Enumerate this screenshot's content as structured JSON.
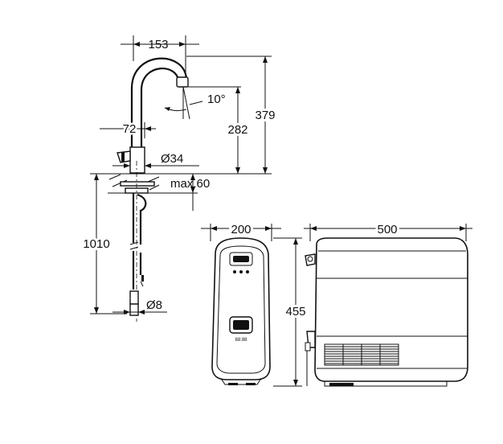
{
  "faucet": {
    "dim_width_top": "153",
    "dim_angle": "10°",
    "dim_height_outlet": "282",
    "dim_height_total": "379",
    "dim_base": "72",
    "dim_diameter_base": "Ø34",
    "dim_max_mount": "max.60",
    "dim_hose_length": "1010",
    "dim_hose_diameter": "Ø8"
  },
  "chiller": {
    "dim_width": "200",
    "dim_height": "455",
    "dim_depth": "500",
    "display_label": "88:88"
  }
}
